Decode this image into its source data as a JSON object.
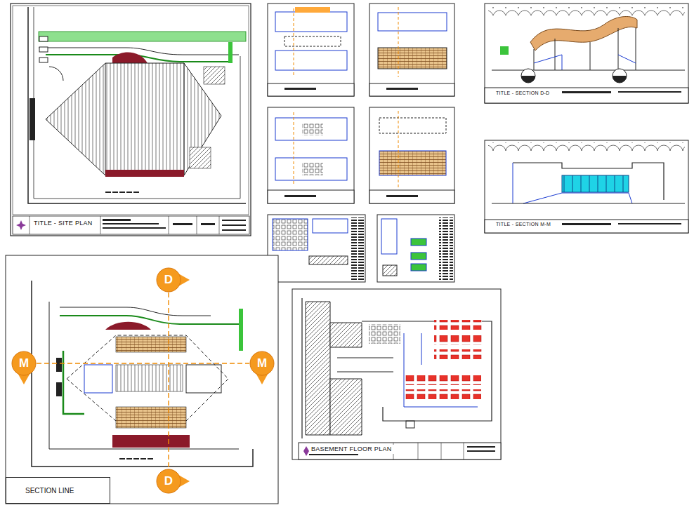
{
  "diagram": {
    "nodes": [
      {
        "text": [
          "TITLE - SITE PLAN"
        ]
      },
      {
        "text": [
          "BASEMENT FLOOR PLAN"
        ]
      },
      {
        "text": [
          "TITLE - SECTION D-D"
        ]
      },
      {
        "text": [
          "TITLE - SECTION M-M"
        ]
      },
      {
        "text": [
          "D"
        ]
      },
      {
        "text": [
          "M"
        ]
      },
      {
        "text": [
          "M"
        ]
      },
      {
        "text": [
          "D"
        ]
      },
      {
        "text": [
          "SECTION LINE"
        ]
      }
    ],
    "edges": [
      {
        "from": 4,
        "to": 7,
        "arrow": "none"
      },
      {
        "from": 5,
        "to": 6,
        "arrow": "none"
      }
    ]
  }
}
